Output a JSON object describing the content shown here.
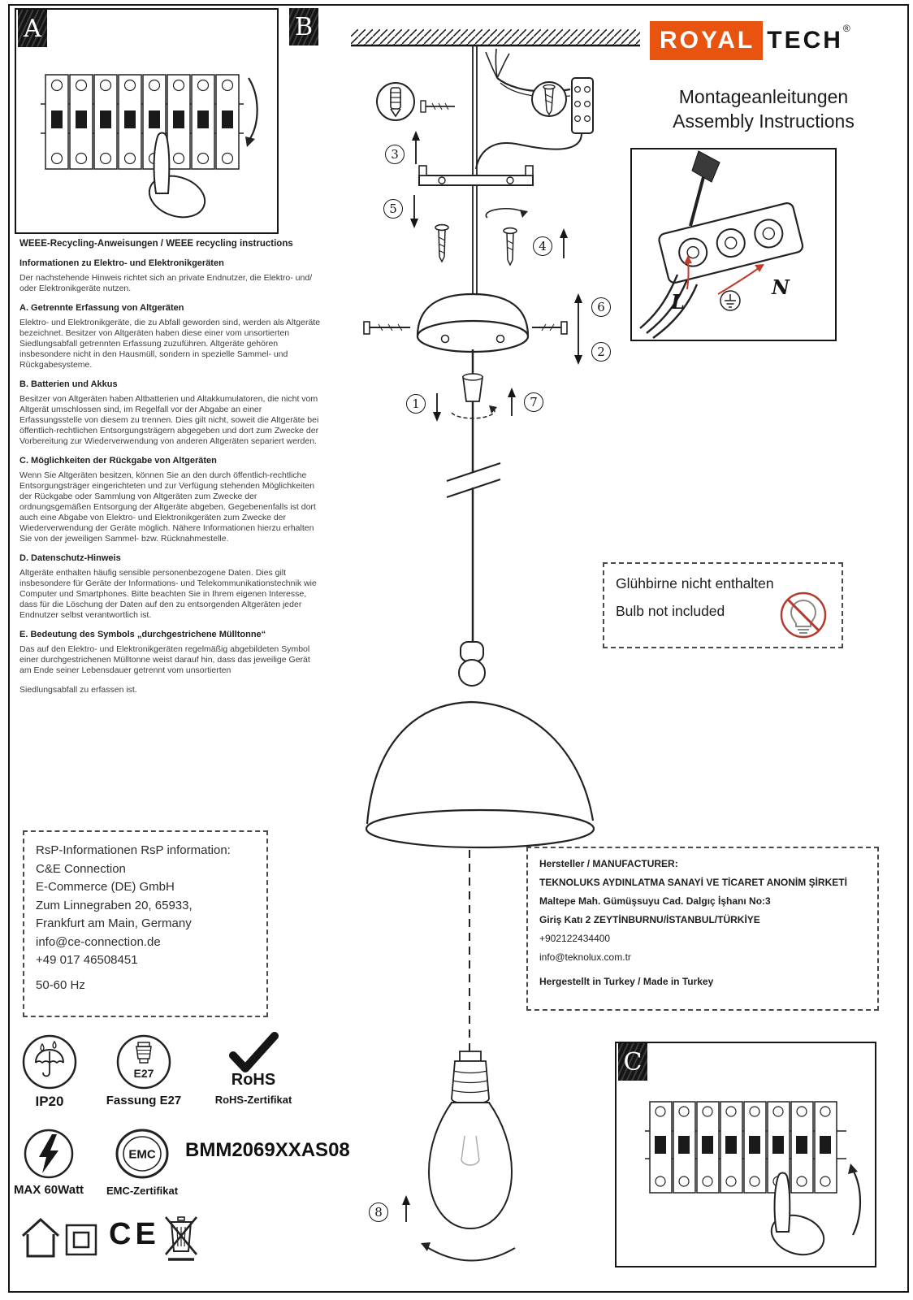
{
  "brand": {
    "royal": "ROYAL",
    "tech": "TECH",
    "reg": "®"
  },
  "titles": {
    "de": "Montageanleitungen",
    "en": "Assembly Instructions"
  },
  "panel_labels": {
    "a": "A",
    "b": "B",
    "c": "C"
  },
  "steps": {
    "n1": "1",
    "n2": "2",
    "n3": "3",
    "n4": "4",
    "n5": "5",
    "n6": "6",
    "n7": "7",
    "n8": "8"
  },
  "terminal_detail": {
    "l": "L",
    "n": "N"
  },
  "weee": {
    "heading": "WEEE-Recycling-Anweisungen / WEEE recycling instructions",
    "s0_title": "Informationen zu Elektro- und Elektronikgeräten",
    "s0_body": "Der nachstehende Hinweis richtet sich an private Endnutzer, die Elektro- und/ oder Elektronikgeräte nutzen.",
    "s1_title": "A. Getrennte Erfassung von Altgeräten",
    "s1_body": "Elektro- und Elektronikgeräte, die zu Abfall geworden sind, werden als Altgeräte bezeichnet. Besitzer von Altgeräten haben diese einer vom unsortierten Siedlungsabfall getrennten Erfassung zuzuführen. Altgeräte gehören insbesondere nicht in den Hausmüll, sondern in spezielle Sammel- und Rückgabesysteme.",
    "s2_title": "B. Batterien und Akkus",
    "s2_body": "Besitzer von Altgeräten haben Altbatterien und Altakkumulatoren, die nicht vom Altgerät umschlossen sind, im Regelfall vor der Abgabe an einer Erfassungsstelle von diesem zu trennen. Dies gilt nicht, soweit die Altgeräte bei öffentlich-rechtlichen Entsorgungsträgern abgegeben und dort zum Zwecke der Vorbereitung zur Wiederverwendung von anderen Altgeräten separiert werden.",
    "s3_title": "C. Möglichkeiten der Rückgabe von Altgeräten",
    "s3_body": "Wenn Sie Altgeräten besitzen, können Sie an den durch öffentlich-rechtliche Entsorgungsträger eingerichteten und zur Verfügung stehenden Möglichkeiten der Rückgabe oder Sammlung von Altgeräten zum Zwecke der ordnungsgemäßen Entsorgung der Altgeräte abgeben. Gegebenenfalls ist dort auch eine Abgabe von Elektro- und Elektronikgeräten zum Zwecke der Wiederverwendung der Geräte möglich. Nähere Informationen hierzu erhalten Sie von der jeweiligen Sammel- bzw. Rücknahmestelle.",
    "s4_title": "D. Datenschutz-Hinweis",
    "s4_body": "Altgeräte enthalten häufig sensible personenbezogene Daten. Dies gilt insbesondere für Geräte der Informations- und Telekommunikationstechnik wie Computer und Smartphones. Bitte beachten Sie in Ihrem eigenen Interesse, dass für die Löschung der Daten auf den zu entsorgenden Altgeräten jeder Endnutzer selbst verantwortlich ist.",
    "s5_title": "E. Bedeutung des Symbols „durchgestrichene Mülltonne“",
    "s5_body": "Das auf den Elektro- und Elektronikgeräten regelmäßig abgebildeten Symbol einer durchgestrichenen Mülltonne weist darauf hin, dass das jeweilige Gerät am Ende seiner Lebensdauer getrennt vom unsortierten",
    "s5_tail": "Siedlungsabfall zu erfassen ist."
  },
  "bulb_notice": {
    "de": "Glühbirne nicht enthalten",
    "en": "Bulb not included"
  },
  "rsp": {
    "heading": "RsP-Informationen RsP information:",
    "l1": "C&E Connection",
    "l2": "E-Commerce (DE) GmbH",
    "l3": "Zum Linnegraben 20, 65933,",
    "l4": "Frankfurt am Main, Germany",
    "l5": "info@ce-connection.de",
    "l6": "+49 017 46508451",
    "l7": "50-60 Hz"
  },
  "manufacturer": {
    "heading": "Hersteller / MANUFACTURER:",
    "l1": "TEKNOLUKS AYDINLATMA SANAYİ VE TİCARET ANONİM ŞİRKETİ",
    "l2": "Maltepe Mah. Gümüşsuyu Cad. Dalgıç İşhanı No:3",
    "l3": "Giriş Katı 2 ZEYTİNBURNU/İSTANBUL/TÜRKİYE",
    "l4": "+902122434400",
    "l5": "info@teknolux.com.tr",
    "l6": "Hergestellt in Turkey / Made in Turkey"
  },
  "certs": {
    "ip20": "IP20",
    "e27_inner": "E27",
    "fassung": "Fassung E27",
    "rohs": "RoHS",
    "rohs_cert": "RoHS-Zertifikat",
    "max_watt": "MAX 60Watt",
    "emc": "EMC",
    "emc_cert": "EMC-Zertifikat",
    "model": "BMM2069XXAS08",
    "ce": "CE"
  },
  "colors": {
    "accent_orange": "#e95310",
    "arrow_red": "#c43a2a"
  }
}
